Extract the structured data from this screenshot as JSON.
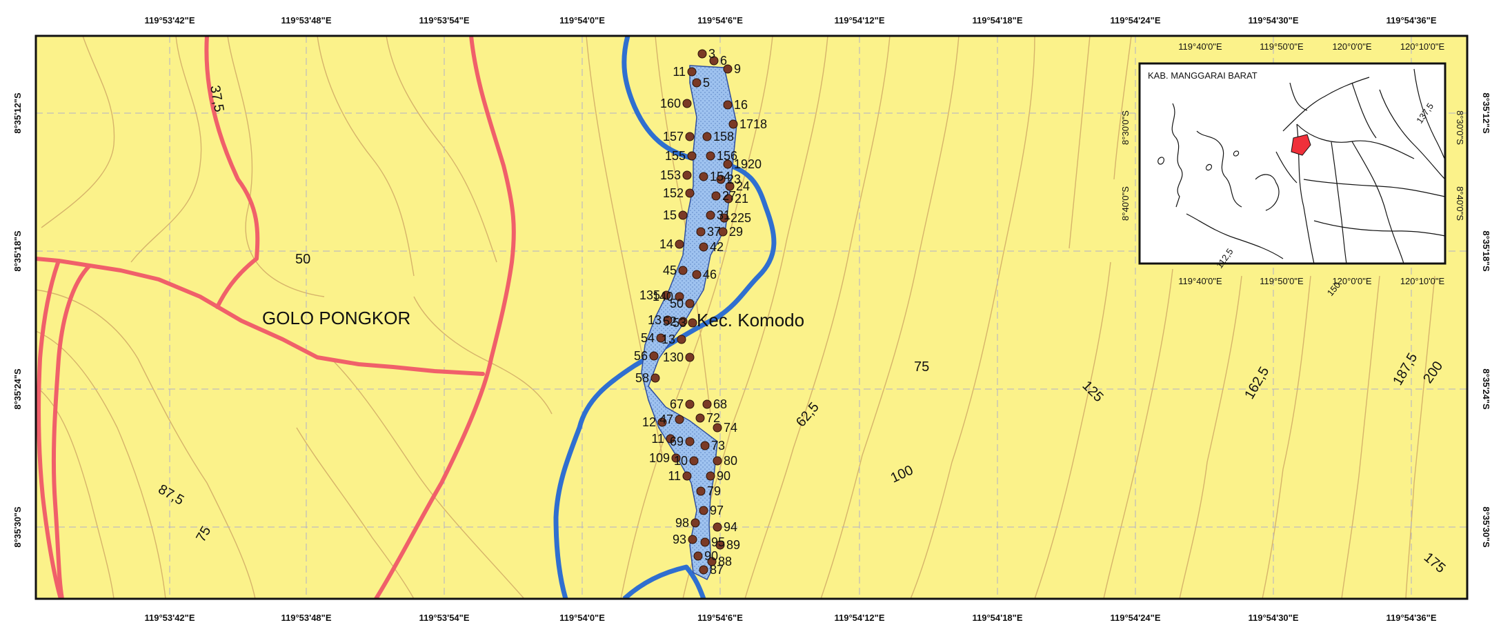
{
  "map": {
    "place_labels": [
      {
        "text": "GOLO PONGKOR"
      },
      {
        "text": "Kec. Komodo"
      }
    ],
    "contour_labels": [
      "37,5",
      "50",
      "87,5",
      "75",
      "62,5",
      "75",
      "100",
      "125",
      "162,5",
      "187,5",
      "200",
      "175"
    ],
    "longitude_ticks": [
      "119°53'42\"E",
      "119°53'48\"E",
      "119°53'54\"E",
      "119°54'0\"E",
      "119°54'6\"E",
      "119°54'12\"E",
      "119°54'18\"E",
      "119°54'24\"E",
      "119°54'30\"E",
      "119°54'36\"E"
    ],
    "latitude_ticks": [
      "8°35'12\"S",
      "8°35'18\"S",
      "8°35'24\"S",
      "8°35'30\"S"
    ],
    "point_labels": [
      "3",
      "6",
      "9",
      "11",
      "5",
      "160",
      "16",
      "1718",
      "157",
      "158",
      "155",
      "156",
      "1920",
      "153",
      "154",
      "23",
      "24",
      "152",
      "27",
      "21",
      "15",
      "31",
      "225",
      "37",
      "29",
      "14",
      "42",
      "45",
      "46",
      "135",
      "140",
      "50",
      "13",
      "52",
      "53",
      "54",
      "13",
      "56",
      "130",
      "58",
      "67",
      "68",
      "12",
      "47",
      "72",
      "74",
      "11",
      "69",
      "73",
      "109",
      "10",
      "80",
      "11",
      "90",
      "79",
      "97",
      "98",
      "94",
      "93",
      "95",
      "89",
      "90",
      "88",
      "87"
    ],
    "colors": {
      "land": "#fbf28a",
      "road": "#f0606a",
      "boundary": "#2f6fd0",
      "area_fill": "#9ec2ef",
      "contour": "#d6b36a",
      "grid": "#b0b0c8",
      "point": "#7a3a26"
    }
  },
  "inset": {
    "title": "KAB. MANGGARAI BARAT",
    "top_ticks": [
      "119°40'0\"E",
      "119°50'0\"E",
      "120°0'0\"E",
      "120°10'0\"E"
    ],
    "bottom_ticks": [
      "119°40'0\"E",
      "119°50'0\"E",
      "120°0'0\"E",
      "120°10'0\"E"
    ],
    "left_ticks": [
      "8°30'0\"S",
      "8°40'0\"S"
    ],
    "right_ticks": [
      "8°30'0\"S",
      "8°40'0\"S"
    ],
    "contour_labels": [
      "112,5",
      "150",
      "137,5"
    ]
  }
}
